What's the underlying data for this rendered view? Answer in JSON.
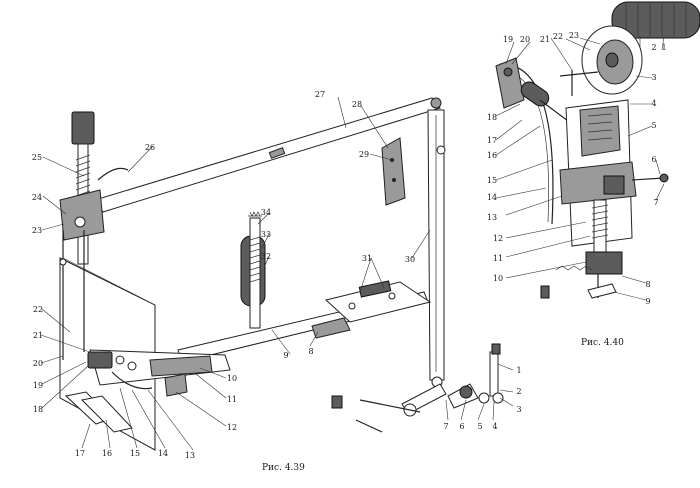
{
  "figures": [
    {
      "caption": "Рис. 4.39",
      "callouts": [
        "1",
        "2",
        "3",
        "4",
        "5",
        "6",
        "7",
        "8",
        "9",
        "10",
        "11",
        "12",
        "13",
        "14",
        "15",
        "16",
        "17",
        "18",
        "19",
        "20",
        "21",
        "22",
        "23",
        "24",
        "25",
        "26",
        "27",
        "28",
        "29",
        "30",
        "31",
        "32",
        "33",
        "34"
      ]
    },
    {
      "caption": "Рис. 4.40",
      "callouts": [
        "1",
        "2",
        "3",
        "4",
        "5",
        "6",
        "7",
        "8",
        "9",
        "10",
        "11",
        "12",
        "13",
        "14",
        "15",
        "16",
        "17",
        "18",
        "19",
        "20",
        "21",
        "22",
        "23"
      ]
    }
  ],
  "colors": {
    "ink": "#222222",
    "shade": "#9a9a9a",
    "dark": "#5c5c5c",
    "paper": "#ffffff"
  }
}
